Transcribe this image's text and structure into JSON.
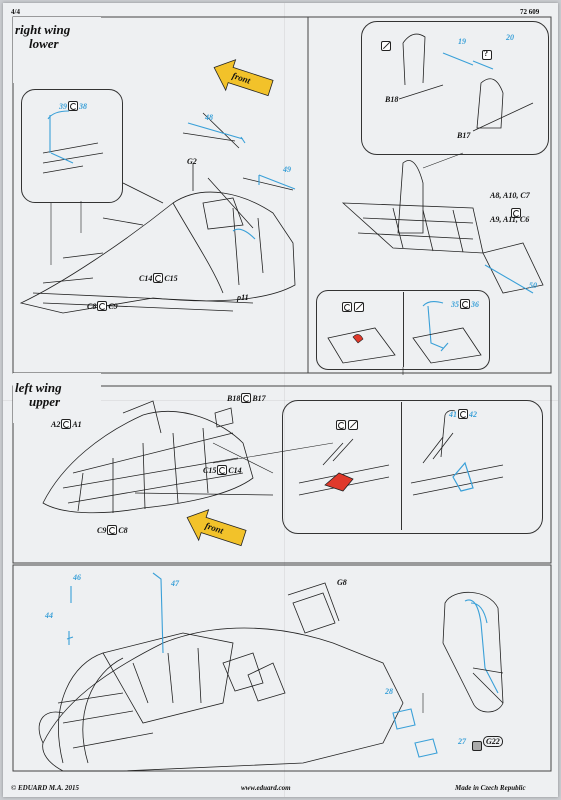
{
  "header": {
    "page": "4/4",
    "kit": "72 609"
  },
  "sections": {
    "right_wing_lower": {
      "title_line1": "right wing",
      "title_line2": "lower"
    },
    "left_wing_upper": {
      "title_line1": "left wing",
      "title_line2": "upper"
    }
  },
  "arrows": {
    "front1": "front",
    "front2": "front"
  },
  "labels": {
    "p39": "39",
    "p38": "38",
    "p48": "48",
    "p49": "49",
    "g2": "G2",
    "c14": "C14",
    "c15": "C15",
    "c8": "C8",
    "c9": "C9",
    "p11": "ρ11",
    "p19": "19",
    "p20": "20",
    "b18": "B18",
    "b17": "B17",
    "a8": "A8, A10, C7",
    "a9": "A9, A11, C6",
    "p50": "50",
    "p35": "35",
    "p36": "36",
    "b18b": "B18",
    "b17b": "B17",
    "a2": "A2",
    "a1": "A1",
    "c15b": "C15",
    "c14b": "C14",
    "c9b": "C9",
    "c8b": "C8",
    "p41": "41",
    "p42": "42",
    "p46": "46",
    "p47": "47",
    "p44": "44",
    "g8": "G8",
    "p28": "28",
    "p27": "27",
    "g22": "G22"
  },
  "footer": {
    "left": "© EDUARD  M.A. 2015",
    "center": "www.eduard.com",
    "right": "Made in Czech Republic"
  },
  "colors": {
    "etch_blue": "#3aa0d8",
    "paint_red": "#e0392b",
    "arrow_yellow": "#f2c22a"
  }
}
